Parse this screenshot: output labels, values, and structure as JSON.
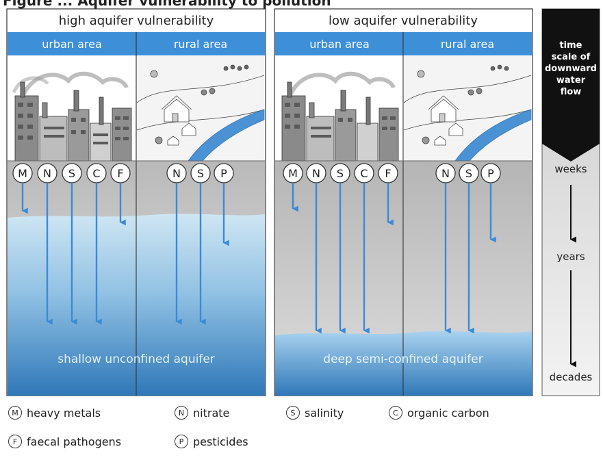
{
  "colors": {
    "header_blue": "#3d8fd8",
    "arrow_blue": "#3b8ad6",
    "water_light": "#c8e2f1",
    "water_dark": "#2f78b8",
    "timescale_black": "#111111"
  },
  "top_caption": "Figure ... Aquifer vulnerability to pollution",
  "panels": [
    {
      "title": "high aquifer vulnerability",
      "areas": [
        "urban area",
        "rural area"
      ],
      "aquifer_label": "shallow unconfined aquifer",
      "urban_pollutants": [
        "M",
        "N",
        "S",
        "C",
        "F"
      ],
      "rural_pollutants": [
        "N",
        "S",
        "P"
      ]
    },
    {
      "title": "low aquifer vulnerability",
      "areas": [
        "urban area",
        "rural area"
      ],
      "aquifer_label": "deep semi-confined aquifer",
      "urban_pollutants": [
        "M",
        "N",
        "S",
        "C",
        "F"
      ],
      "rural_pollutants": [
        "N",
        "S",
        "P"
      ]
    }
  ],
  "timescale": {
    "title_lines": [
      "time",
      "scale of",
      "downward",
      "water",
      "flow"
    ],
    "weeks": "weeks",
    "years": "years",
    "decades": "decades"
  },
  "legend": [
    {
      "code": "M",
      "label": "heavy metals"
    },
    {
      "code": "N",
      "label": "nitrate"
    },
    {
      "code": "S",
      "label": "salinity"
    },
    {
      "code": "C",
      "label": "organic carbon"
    },
    {
      "code": "F",
      "label": "faecal pathogens"
    },
    {
      "code": "P",
      "label": "pesticides"
    }
  ]
}
